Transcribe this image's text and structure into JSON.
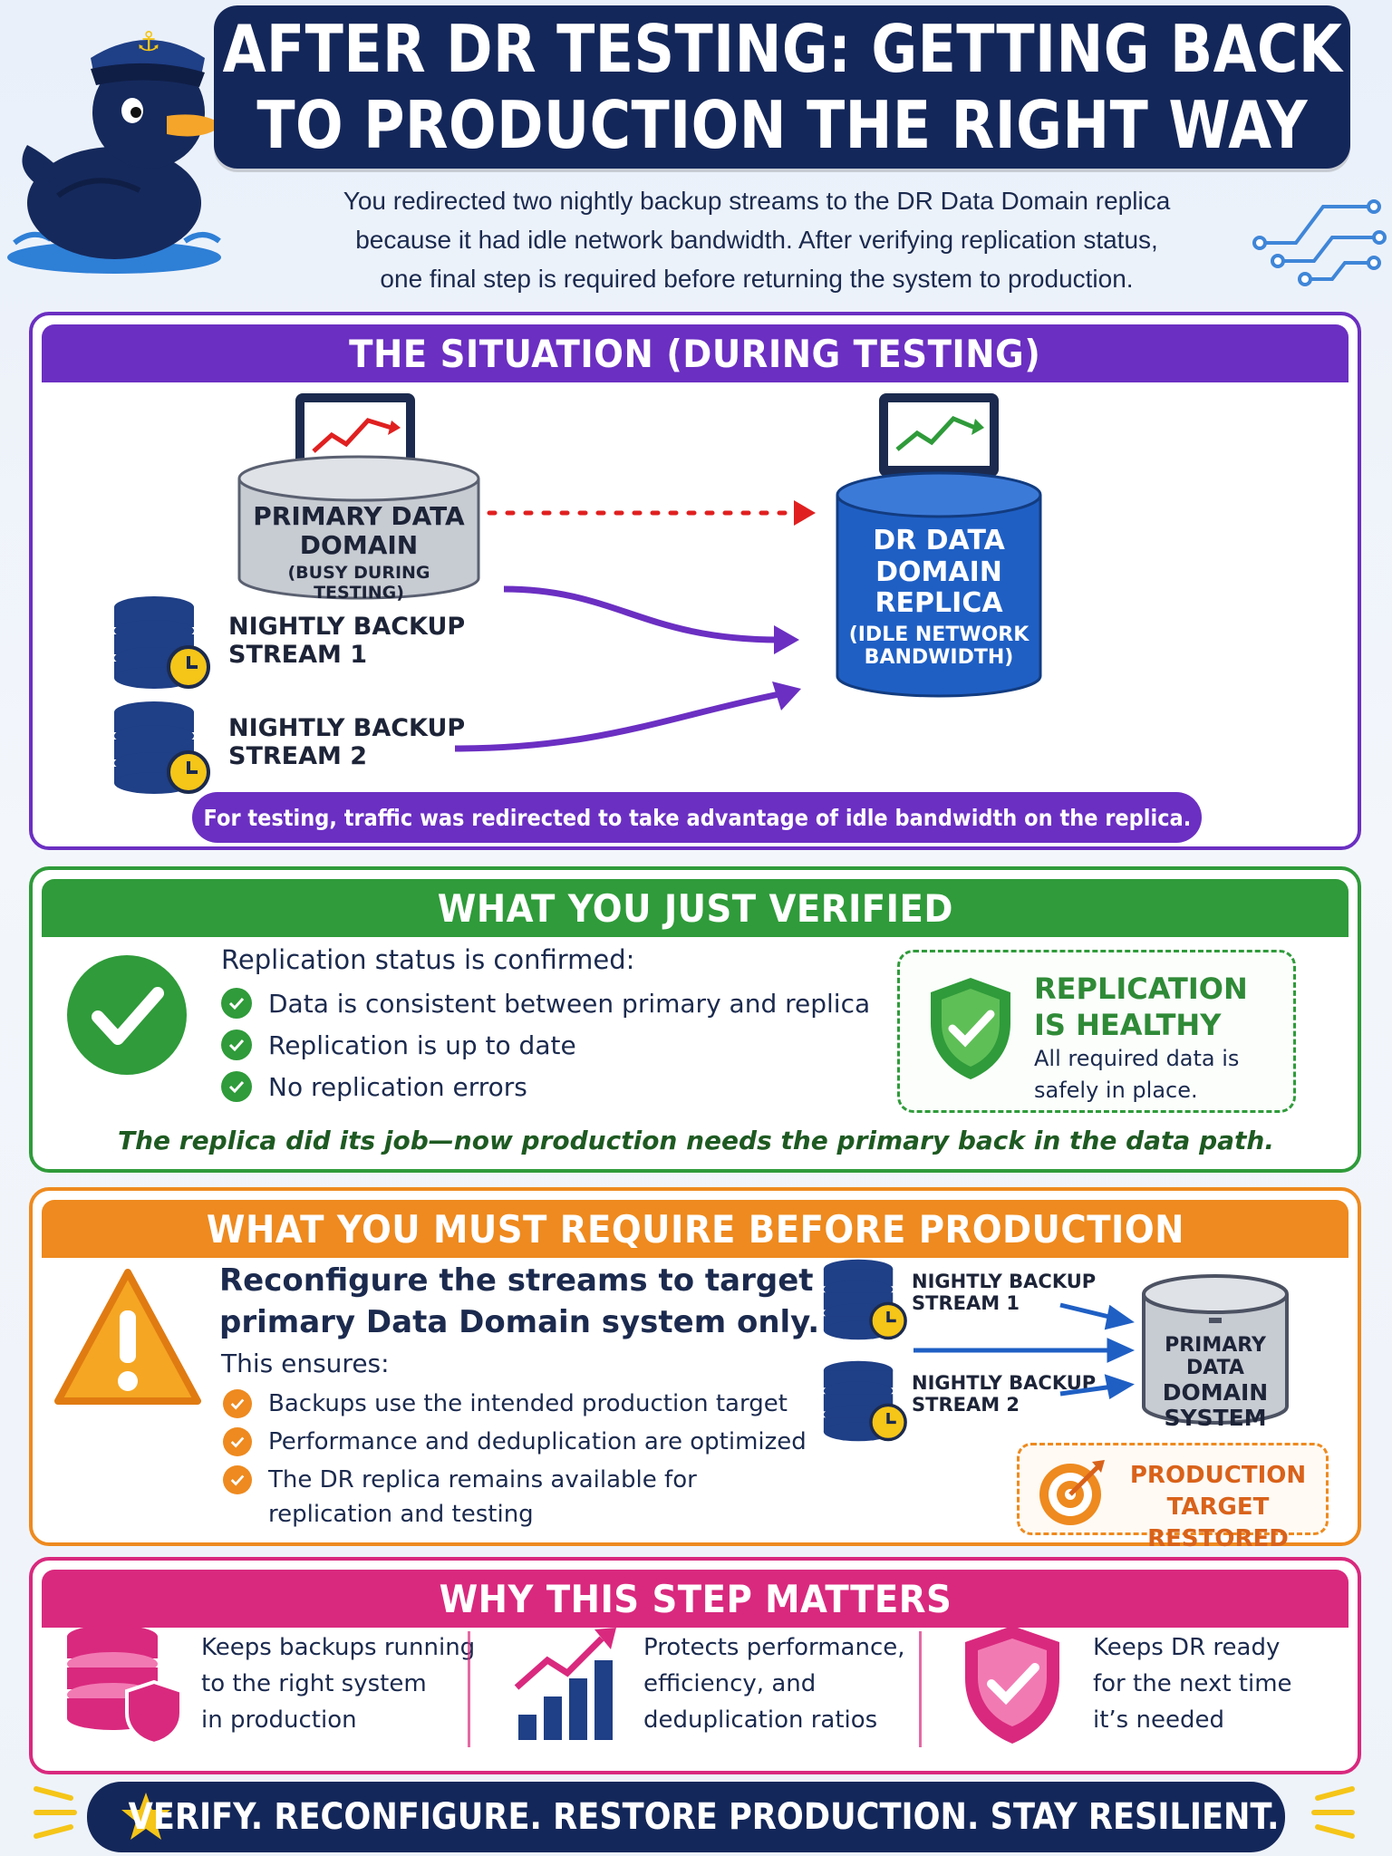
{
  "header": {
    "title_line1": "AFTER DR TESTING: GETTING BACK",
    "title_line2": "TO PRODUCTION THE RIGHT WAY",
    "intro_line1": "You redirected two nightly backup streams to the DR Data Domain replica",
    "intro_line2": "because it had idle network bandwidth. After verifying replication status,",
    "intro_line3": "one final step is required before returning the system to production."
  },
  "situation": {
    "heading": "THE SITUATION (DURING TESTING)",
    "primary_line1": "PRIMARY DATA",
    "primary_line2": "DOMAIN",
    "primary_sub": "(BUSY DURING TESTING)",
    "stream1_line1": "NIGHTLY BACKUP",
    "stream1_line2": "STREAM 1",
    "stream2_line1": "NIGHTLY BACKUP",
    "stream2_line2": "STREAM 2",
    "replica_line1": "DR DATA",
    "replica_line2": "DOMAIN",
    "replica_line3": "REPLICA",
    "replica_sub1": "(IDLE NETWORK",
    "replica_sub2": "BANDWIDTH)",
    "callout": "For testing, traffic was redirected to take advantage of idle bandwidth on the replica."
  },
  "verified": {
    "heading": "WHAT YOU JUST VERIFIED",
    "title": "Replication status is confirmed:",
    "items": [
      "Data is consistent between primary and replica",
      "Replication is up to date",
      "No replication errors"
    ],
    "badge_title_line1": "REPLICATION",
    "badge_title_line2": "IS HEALTHY",
    "badge_sub_line1": "All required data is",
    "badge_sub_line2": "safely in place.",
    "note": "The replica did its job—now production needs the primary back in the data path."
  },
  "require": {
    "heading": "WHAT YOU MUST REQUIRE BEFORE PRODUCTION",
    "main_line1": "Reconfigure the streams to target the",
    "main_line2": "primary Data Domain system only.",
    "ensures": "This ensures:",
    "items": [
      "Backups use the intended production target",
      "Performance and deduplication are optimized",
      "The DR replica remains available for"
    ],
    "item3_cont": "replication and testing",
    "stream1_line1": "NIGHTLY BACKUP",
    "stream1_line2": "STREAM 1",
    "stream2_line1": "NIGHTLY BACKUP",
    "stream2_line2": "STREAM 2",
    "target_line1": "PRIMARY DATA",
    "target_line2": "DOMAIN",
    "target_line3": "SYSTEM",
    "restored_line1": "PRODUCTION TARGET",
    "restored_line2": "RESTORED"
  },
  "why": {
    "heading": "WHY THIS STEP MATTERS",
    "col1": [
      "Keeps backups running",
      "to the right system",
      "in production"
    ],
    "col2": [
      "Protects performance,",
      "efficiency, and",
      "deduplication ratios"
    ],
    "col3": [
      "Keeps DR ready",
      "for the next time",
      "it’s needed"
    ]
  },
  "footer": {
    "text": "VERIFY. RECONFIGURE. RESTORE PRODUCTION. STAY RESILIENT."
  },
  "colors": {
    "navy": "#14275a",
    "purple": "#6b2fc2",
    "green": "#2f9b3a",
    "orange": "#ee8a1f",
    "pink": "#d9297e",
    "replica_blue": "#1f5fc4",
    "arrow_red": "#e02020",
    "star_yellow": "#f5c518"
  },
  "icons": [
    "duck-mascot",
    "monitor-chart-icon",
    "database-clock-icon",
    "check-circle-icon",
    "shield-check-icon",
    "warning-icon",
    "target-icon",
    "database-shield-icon",
    "bar-chart-arrow-icon",
    "star-icon"
  ]
}
